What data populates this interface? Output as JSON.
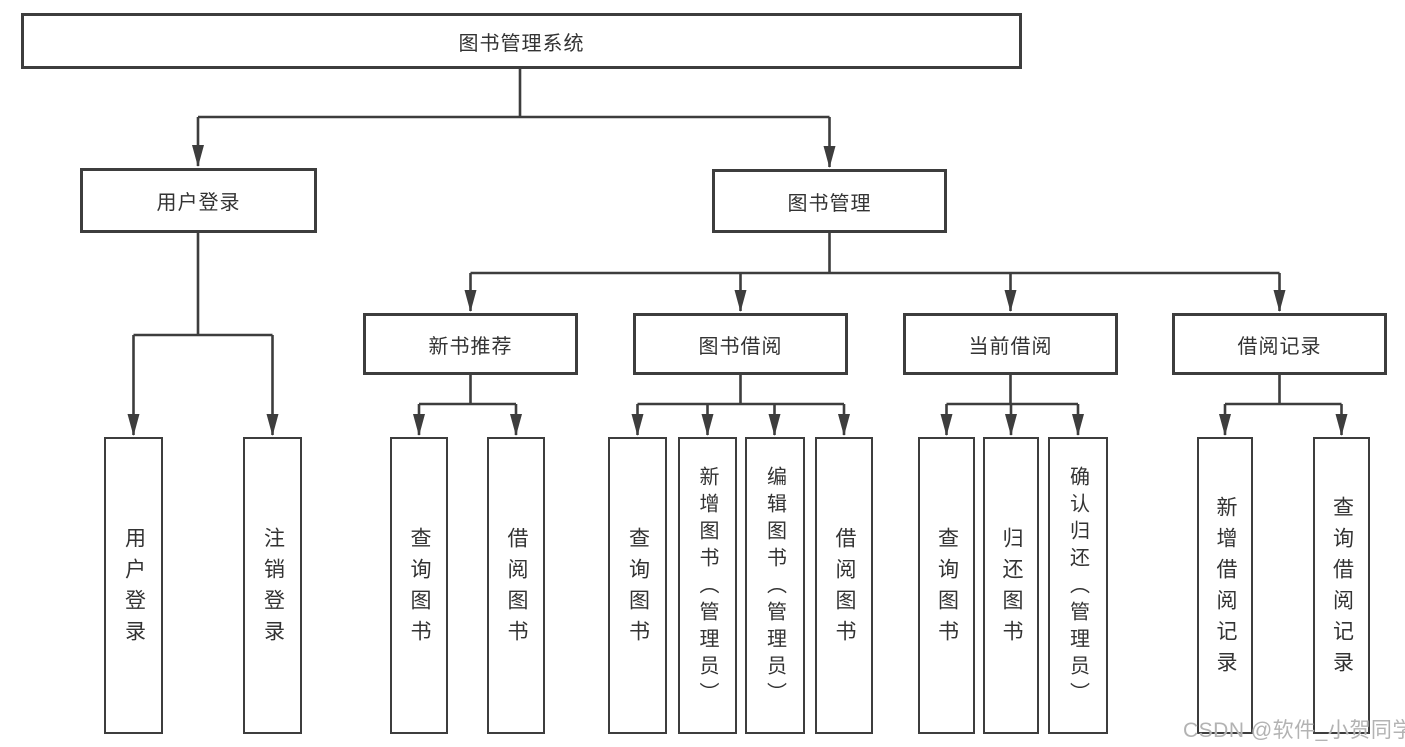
{
  "colors": {
    "line": "#3d3d3d",
    "text": "#333333",
    "watermark": "#b3b3b3",
    "background": "#ffffff"
  },
  "watermark": {
    "text": "CSDN @软件_小贺同学"
  },
  "tree": {
    "root": {
      "label": "图书管理系统"
    },
    "branches": [
      {
        "label": "用户登录",
        "leaves": [
          {
            "label": "用户登录"
          },
          {
            "label": "注销登录"
          }
        ]
      },
      {
        "label": "图书管理",
        "groups": [
          {
            "label": "新书推荐",
            "leaves": [
              {
                "label": "查询图书"
              },
              {
                "label": "借阅图书"
              }
            ]
          },
          {
            "label": "图书借阅",
            "leaves": [
              {
                "label": "查询图书"
              },
              {
                "label": "新增图书（管理员）"
              },
              {
                "label": "编辑图书（管理员）"
              },
              {
                "label": "借阅图书"
              }
            ]
          },
          {
            "label": "当前借阅",
            "leaves": [
              {
                "label": "查询图书"
              },
              {
                "label": "归还图书"
              },
              {
                "label": "确认归还（管理员）"
              }
            ]
          },
          {
            "label": "借阅记录",
            "leaves": [
              {
                "label": "新增借阅记录"
              },
              {
                "label": "查询借阅记录"
              }
            ]
          }
        ]
      }
    ]
  }
}
